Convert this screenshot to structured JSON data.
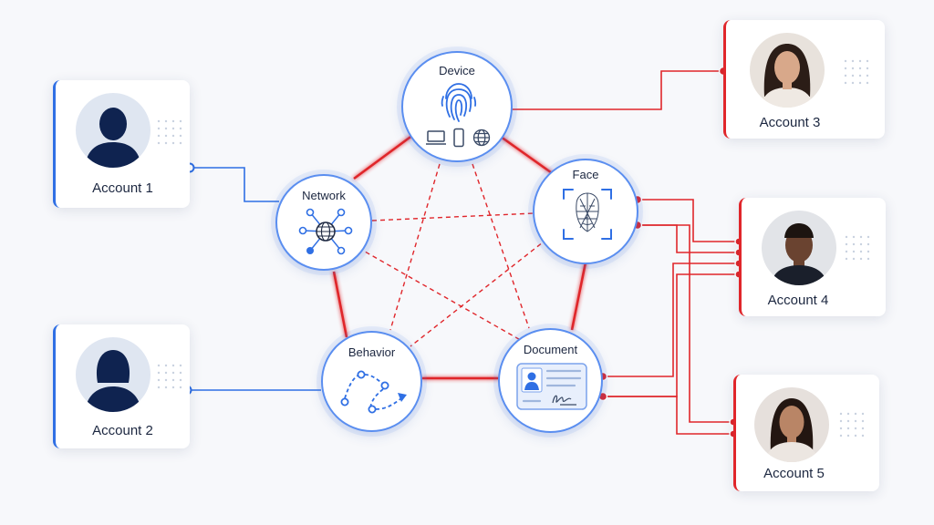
{
  "nodes": {
    "device": {
      "title": "Device"
    },
    "face": {
      "title": "Face"
    },
    "network": {
      "title": "Network"
    },
    "behavior": {
      "title": "Behavior"
    },
    "document": {
      "title": "Document"
    }
  },
  "accounts": [
    {
      "label": "Account 1",
      "link": "blue"
    },
    {
      "label": "Account 2",
      "link": "blue"
    },
    {
      "label": "Account 3",
      "link": "red"
    },
    {
      "label": "Account 4",
      "link": "red"
    },
    {
      "label": "Account 5",
      "link": "red"
    }
  ],
  "colors": {
    "blue": "#2f6fe4",
    "red": "#e0262b",
    "background": "#f7f8fb"
  }
}
